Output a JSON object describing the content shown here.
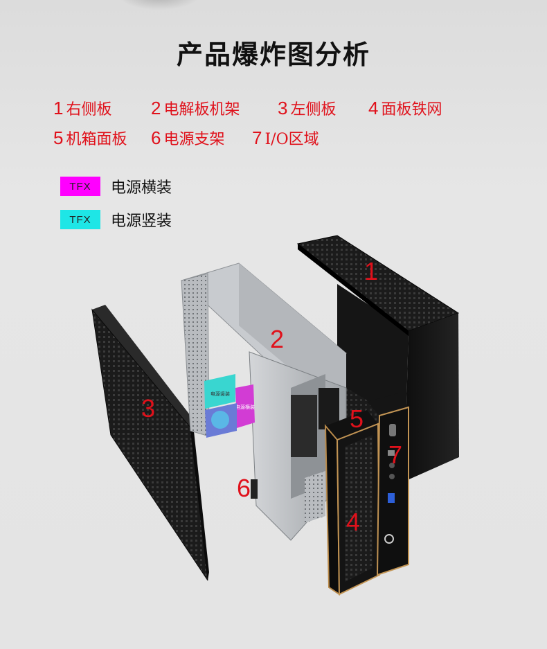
{
  "title": "产品爆炸图分析",
  "parts": [
    {
      "num": "1",
      "label": "右侧板"
    },
    {
      "num": "2",
      "label": "电解板机架"
    },
    {
      "num": "3",
      "label": "左侧板"
    },
    {
      "num": "4",
      "label": "面板铁网"
    },
    {
      "num": "5",
      "label": "机箱面板"
    },
    {
      "num": "6",
      "label": "电源支架"
    },
    {
      "num": "7",
      "label": "I/O区域"
    }
  ],
  "legend": [
    {
      "tag": "TFX",
      "text": "电源横装",
      "color": "#ff00ff"
    },
    {
      "tag": "TFX",
      "text": "电源竖装",
      "color": "#1ee6e6"
    }
  ],
  "callouts": [
    "1",
    "2",
    "3",
    "4",
    "5",
    "6",
    "7"
  ],
  "psu_labels": [
    "电源竖装",
    "电源横装"
  ]
}
